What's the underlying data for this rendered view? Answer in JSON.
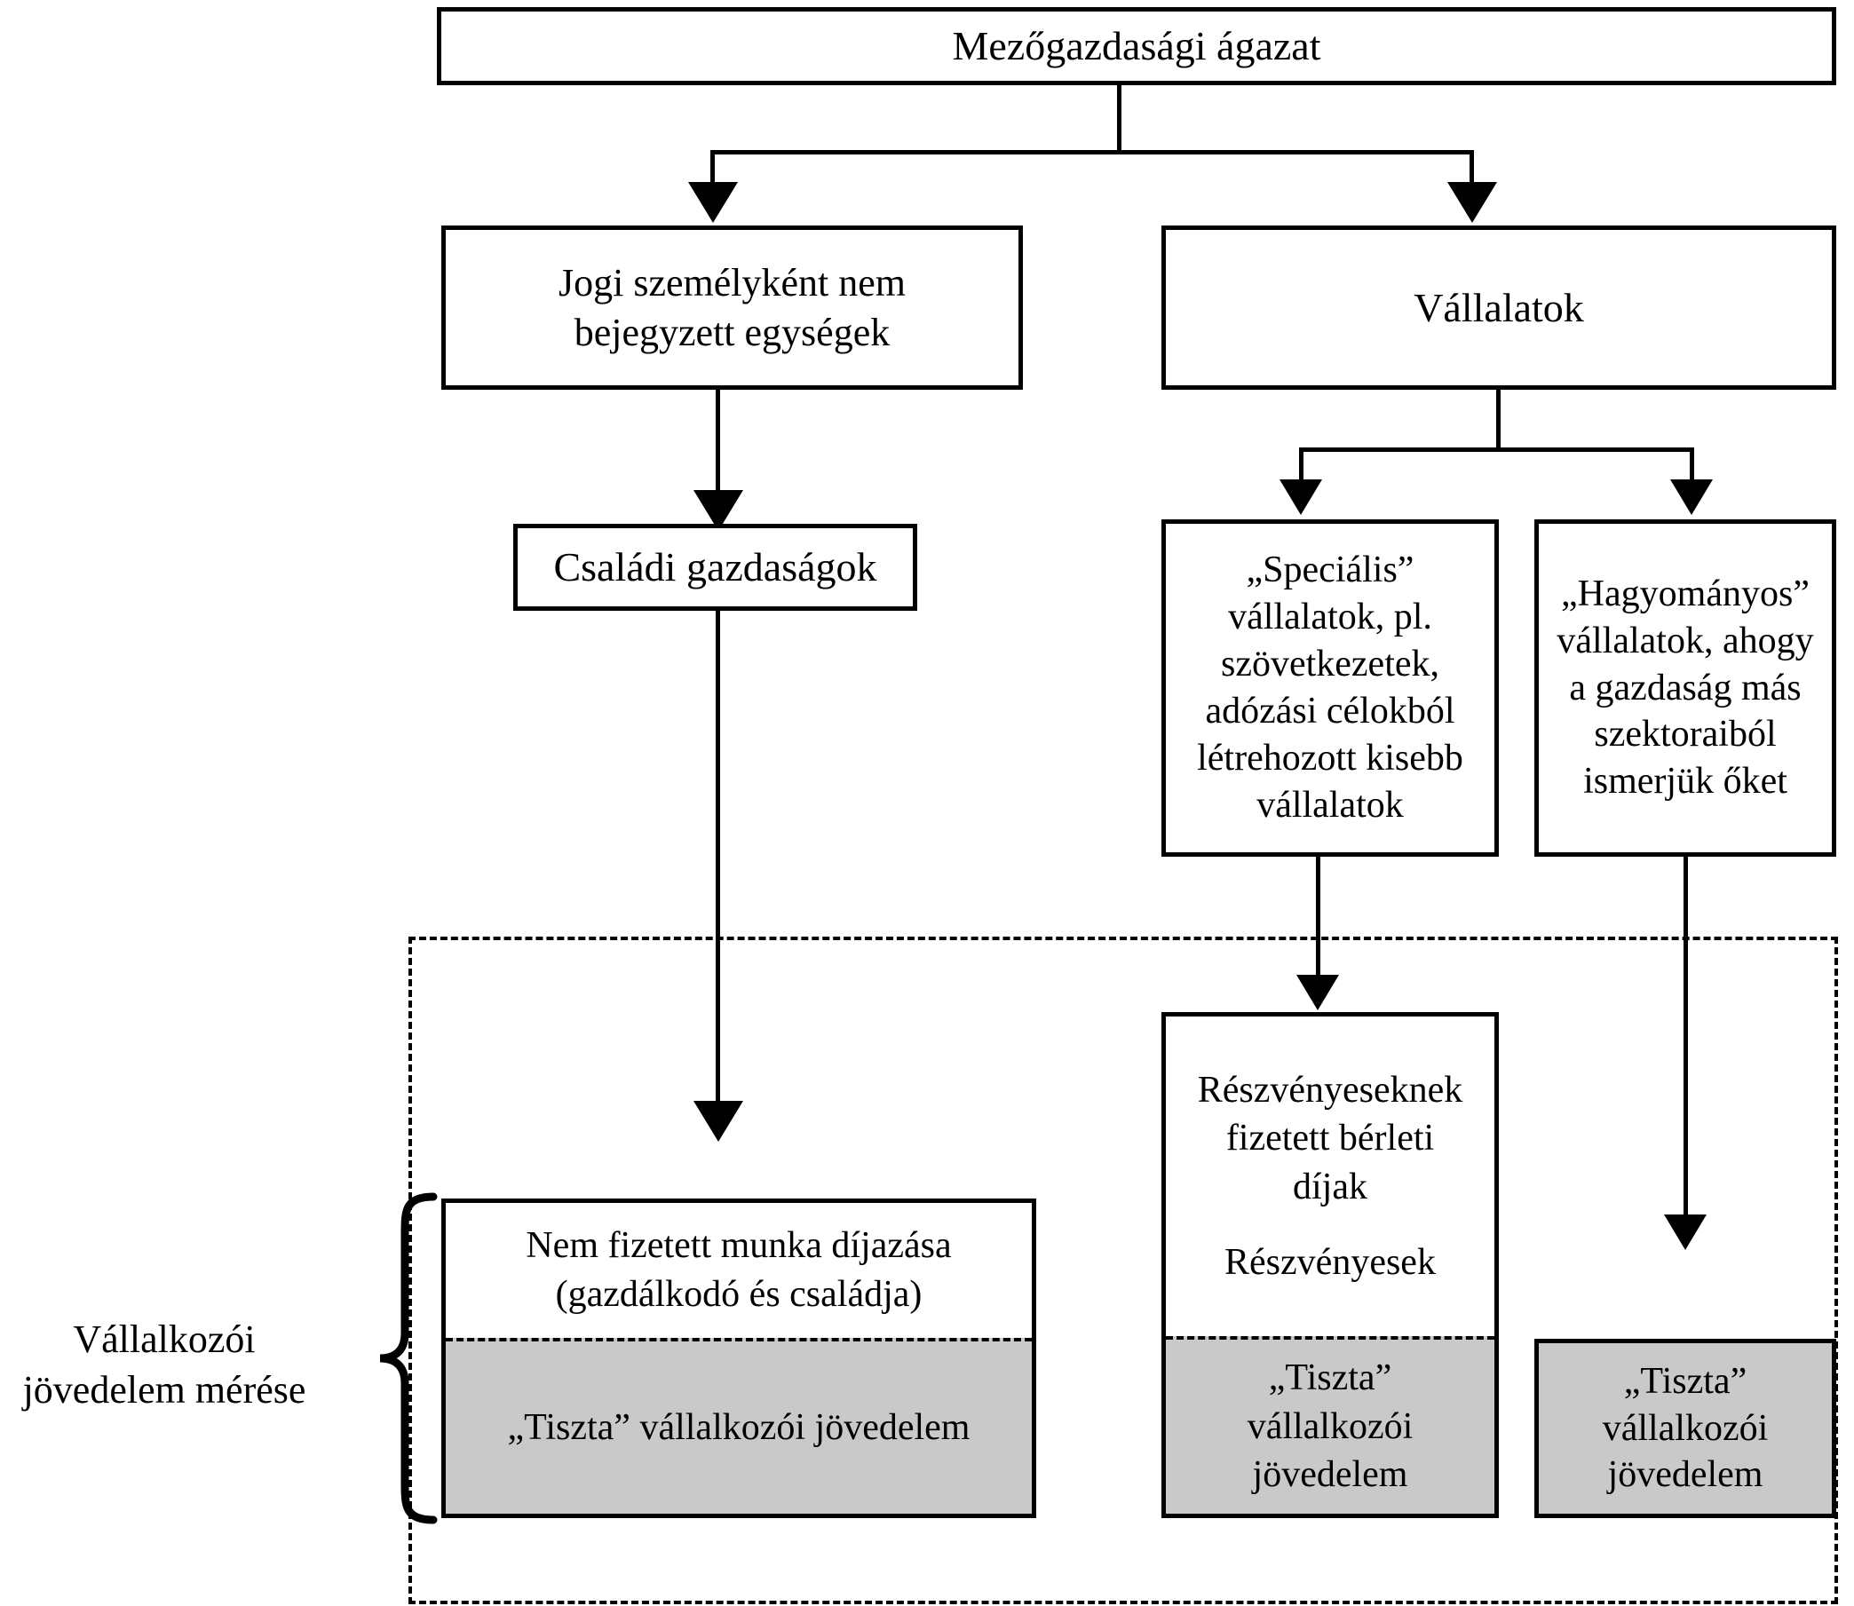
{
  "diagram": {
    "title": "Mezőgazdasági ágazat",
    "nodes": {
      "root": "Mezőgazdasági ágazat",
      "non_legal_entities": "Jogi személyként nem bejegyzett egységek",
      "companies": "Vállalatok",
      "family_farms": "Családi gazdaságok",
      "special_companies": "„Speciális” vállalatok, pl. szövetkezetek, adózási célokból létrehozott kisebb vállalatok",
      "traditional_companies": "„Hagyományos” vállalatok, ahogy a gazdaság más szektoraiból ismerjük őket",
      "shareholder_rents_line1": "Részvényeseknek",
      "shareholder_rents_line2": "fizetett bérleti",
      "shareholder_rents_line3": "díjak",
      "shareholders": "Részvényesek",
      "unpaid_work_line1": "Nem fizetett munka díjazása",
      "unpaid_work_line2": "(gazdálkodó és családja)",
      "pure_income_wide": "„Tiszta” vállalkozói jövedelem",
      "pure_income_line1": "„Tiszta”",
      "pure_income_line2": "vállalkozói",
      "pure_income_line3": "jövedelem"
    },
    "special_lines": [
      "„Speciális”",
      "vállalatok, pl.",
      "szövetkezetek,",
      "adózási célokból",
      "létrehozott kisebb",
      "vállalatok"
    ],
    "traditional_lines": [
      "„Hagyományos”",
      "vállalatok, ahogy",
      "a gazdaság más",
      "szektoraiból",
      "ismerjük őket"
    ],
    "non_legal_lines": [
      "Jogi személyként nem",
      "bejegyzett egységek"
    ],
    "side_label": {
      "line1": "Vállalkozói",
      "line2": "jövedelem mérése"
    },
    "colors": {
      "stroke": "#000000",
      "fill_white": "#ffffff",
      "fill_grey": "#c9c9c9"
    }
  }
}
